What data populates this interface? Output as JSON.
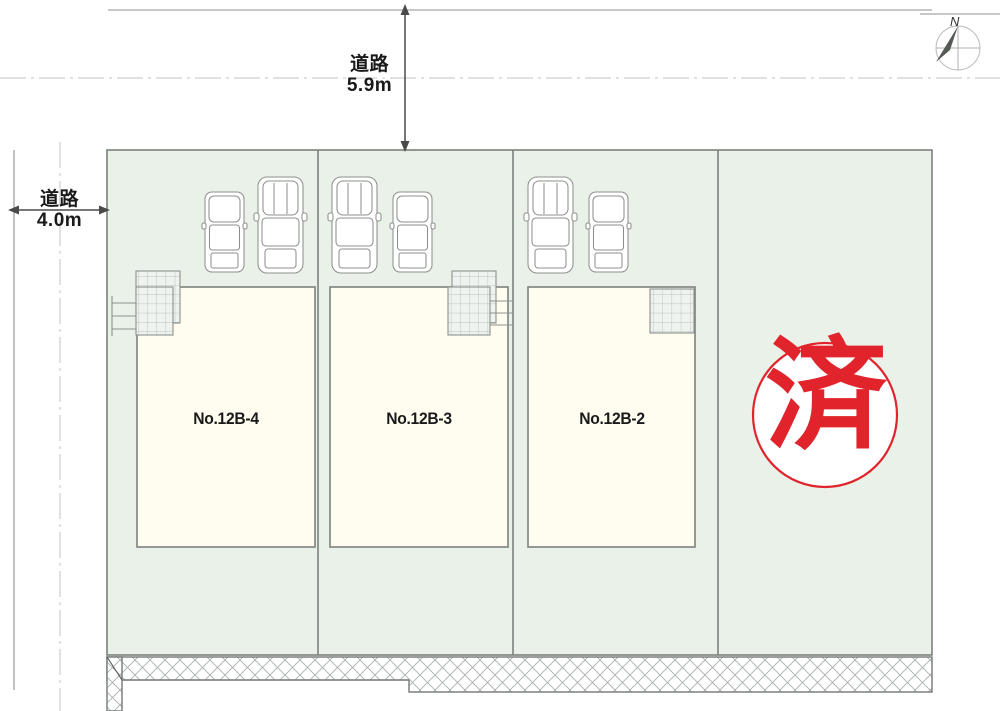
{
  "diagram": {
    "type": "site-plan",
    "title_visible": false,
    "colors": {
      "lot_fill": "#e9f1e9",
      "house_fill": "#fffdf0",
      "outline": "#6b6b6b",
      "heavy_outline": "#5a5a5a",
      "stamp_red": "#e1242c",
      "text": "#1a1a1a",
      "centerline": "#b9bdb9",
      "hatch": "#9aa09a"
    }
  },
  "dimensions": {
    "north_road": {
      "label": "道路",
      "value": "5.9m",
      "orientation": "vertical"
    },
    "west_road": {
      "label": "道路",
      "value": "4.0m",
      "orientation": "horizontal"
    }
  },
  "compass": {
    "name": "north-arrow",
    "letter": "N"
  },
  "stamp": {
    "character": "済",
    "shape": "circle",
    "color": "#e1242c"
  },
  "lots": [
    {
      "id": "12B-4",
      "label": "No.12B-4",
      "sold": false,
      "entrance_side": "left",
      "cars": [
        {
          "size": "small",
          "side": "left"
        },
        {
          "size": "large",
          "side": "right"
        }
      ]
    },
    {
      "id": "12B-3",
      "label": "No.12B-3",
      "sold": false,
      "entrance_side": "right",
      "cars": [
        {
          "size": "large",
          "side": "left"
        },
        {
          "size": "small",
          "side": "right"
        }
      ]
    },
    {
      "id": "12B-2",
      "label": "No.12B-2",
      "sold": false,
      "entrance_side": "right",
      "cars": [
        {
          "size": "large",
          "side": "left"
        },
        {
          "size": "small",
          "side": "right"
        }
      ]
    },
    {
      "id": "12B-1",
      "label": "",
      "sold": true,
      "entrance_side": "none",
      "cars": []
    }
  ]
}
